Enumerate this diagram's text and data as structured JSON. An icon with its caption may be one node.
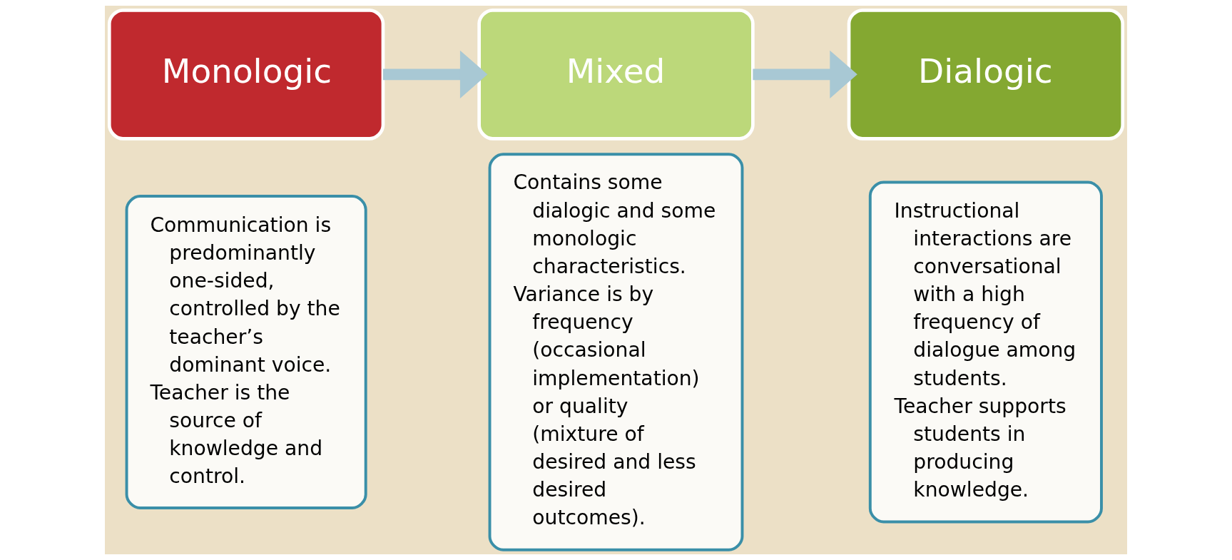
{
  "diagram": {
    "nodes": [
      {
        "text": [
          "Monologic"
        ]
      },
      {
        "text": [
          "Communication is predominantly one-sided, controlled by the teacher’s dominant voice.",
          "Teacher is the source of knowledge and control."
        ]
      },
      {
        "text": [
          "Mixed"
        ]
      },
      {
        "text": [
          "Contains some dialogic and some monologic characteristics.",
          "Variance is by frequency (occasional implementation) or quality (mixture of desired and less desired outcomes)."
        ]
      },
      {
        "text": [
          "Dialogic"
        ]
      },
      {
        "text": [
          "Instructional interactions are conversational with a high frequency of dialogue among students.",
          "Teacher supports students in producing knowledge."
        ]
      }
    ],
    "edges": [
      {
        "from": 0,
        "to": 2,
        "arrow": "to"
      },
      {
        "from": 2,
        "to": 4,
        "arrow": "to"
      }
    ]
  }
}
